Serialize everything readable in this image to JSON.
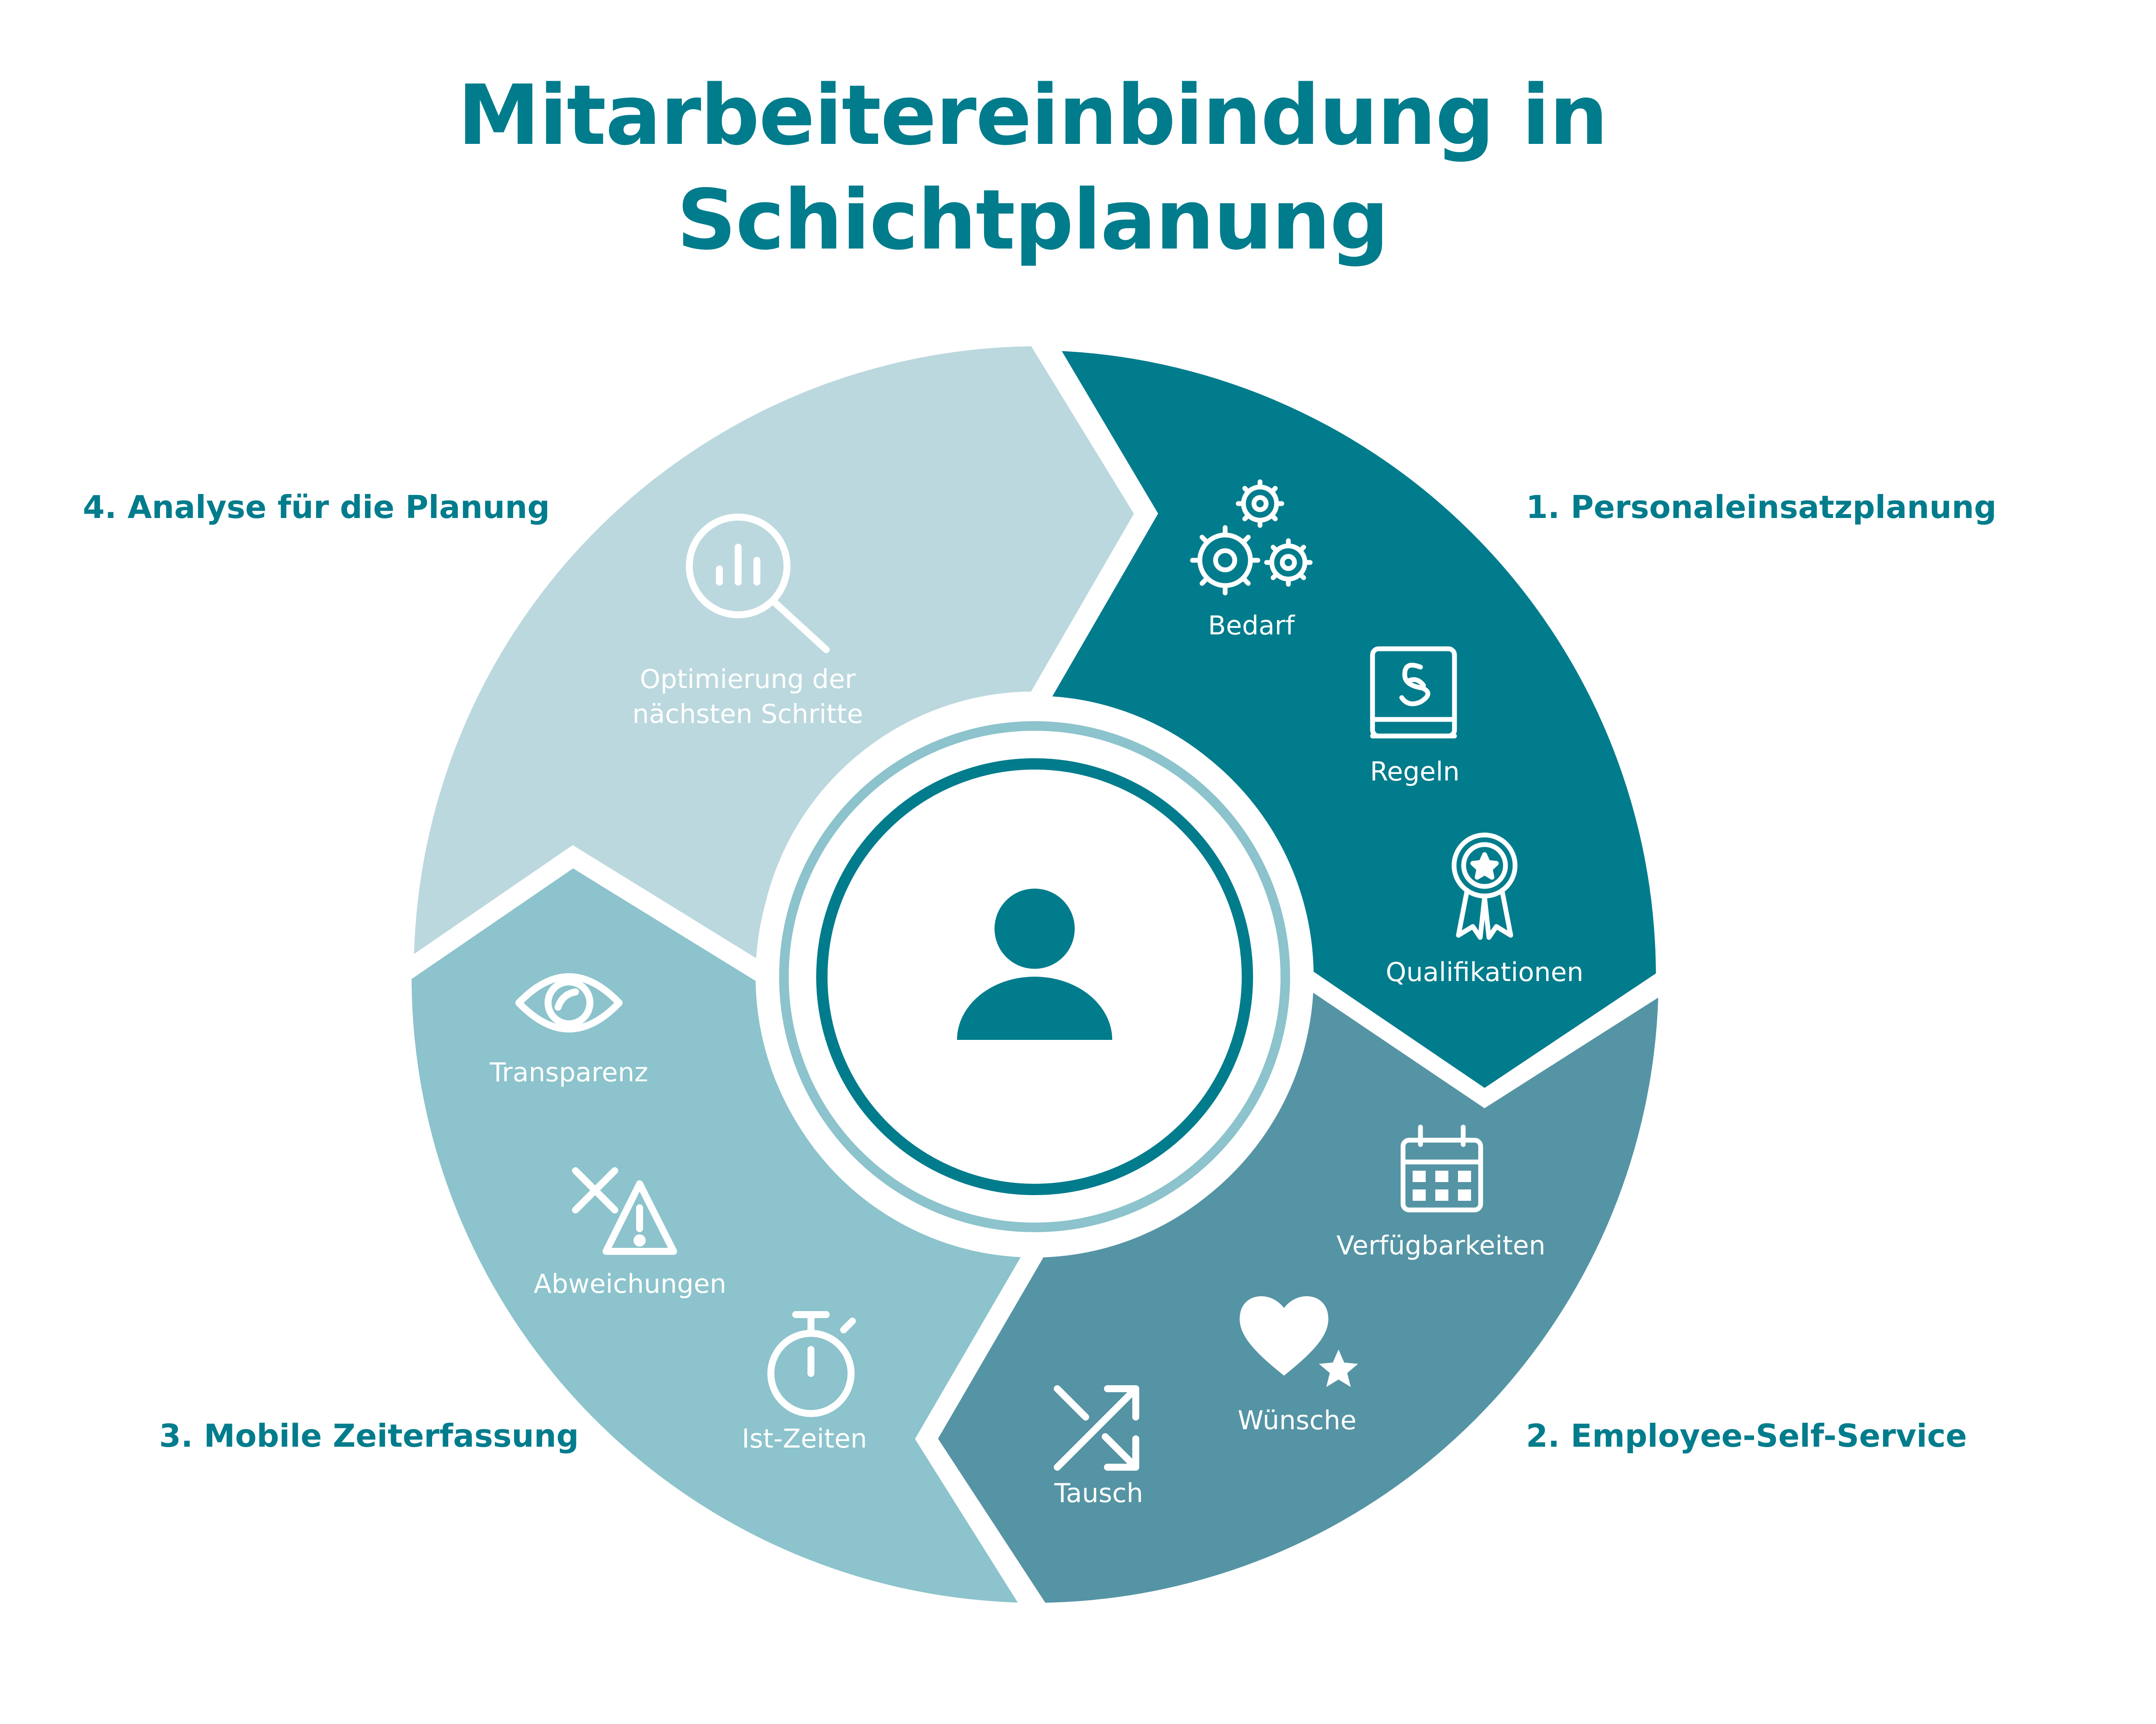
{
  "title": {
    "line1": "Mitarbeitereinbindung in",
    "line2": "Schichtplanung"
  },
  "colors": {
    "title": "#007c8c",
    "segment_1": "#007c8c",
    "segment_2": "#5594a4",
    "segment_3": "#8cc3cc",
    "segment_4": "#bbd8de",
    "ring_outer": "#8cc3cc",
    "ring_inner": "#007c8c",
    "person": "#007c8c"
  },
  "segments": [
    {
      "label": "1. Personaleinsatzplanung",
      "items": [
        {
          "label": "Bedarf",
          "icon": "gears-icon"
        },
        {
          "label": "Regeln",
          "icon": "law-book-icon"
        },
        {
          "label": "Qualifikationen",
          "icon": "award-ribbon-icon"
        }
      ]
    },
    {
      "label": "2. Employee-Self-Service",
      "items": [
        {
          "label": "Verfügbarkeiten",
          "icon": "calendar-icon"
        },
        {
          "label": "Wünsche",
          "icon": "heart-star-icon"
        },
        {
          "label": "Tausch",
          "icon": "shuffle-icon"
        }
      ]
    },
    {
      "label": "3. Mobile Zeiterfassung",
      "items": [
        {
          "label": "Transparenz",
          "icon": "eye-icon"
        },
        {
          "label": "Abweichungen",
          "icon": "warning-icon"
        },
        {
          "label": "Ist-Zeiten",
          "icon": "stopwatch-icon"
        }
      ]
    },
    {
      "label": "4. Analyse für die Planung",
      "items": [
        {
          "label_line1": "Optimierung der",
          "label_line2": "nächsten Schritte",
          "icon": "magnifier-chart-icon"
        }
      ]
    }
  ],
  "center": {
    "icon": "person-icon"
  }
}
